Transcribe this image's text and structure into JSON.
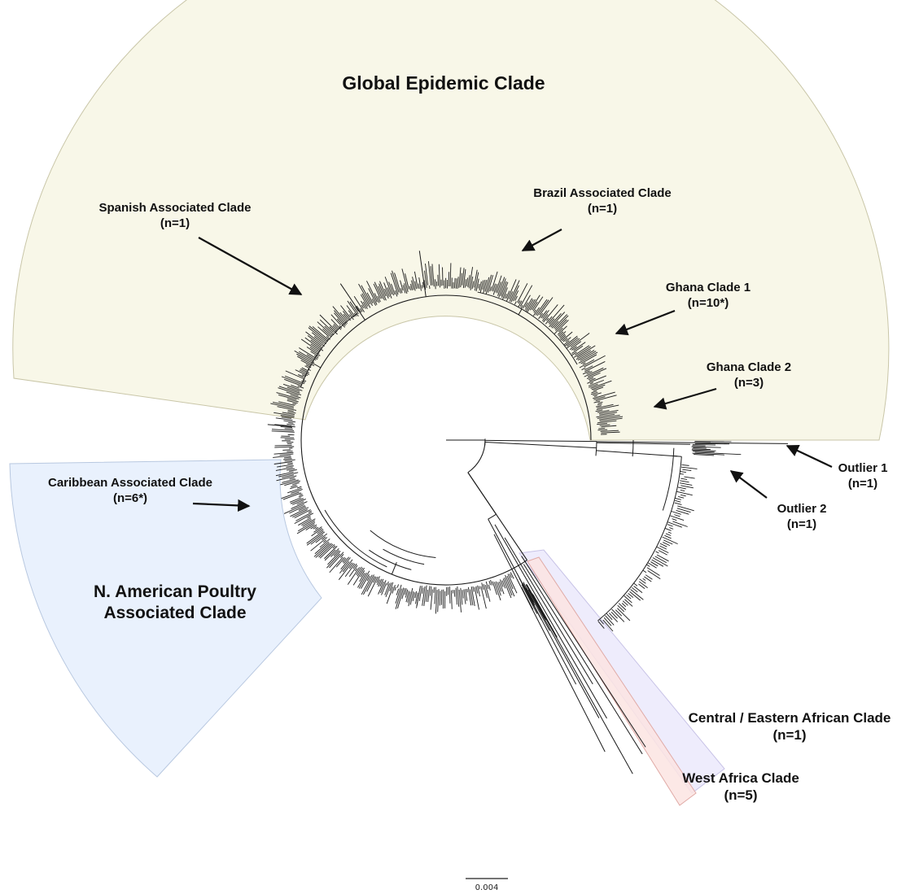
{
  "colors": {
    "global_epidemic": "#f8f7e8",
    "na_poultry": "#e9f1fd",
    "west_africa": "#fbe4e2",
    "central_eastern": "#ebe9fb",
    "branch": "#1a1a1a",
    "arrow": "#111111"
  },
  "labels": {
    "global_epidemic": "Global Epidemic Clade",
    "spanish": {
      "title": "Spanish Associated Clade",
      "n": "(n=1)"
    },
    "brazil": {
      "title": "Brazil Associated Clade",
      "n": "(n=1)"
    },
    "ghana1": {
      "title": "Ghana Clade 1",
      "n": "(n=10*)"
    },
    "ghana2": {
      "title": "Ghana Clade 2",
      "n": "(n=3)"
    },
    "outlier1": {
      "title": "Outlier 1",
      "n": "(n=1)"
    },
    "outlier2": {
      "title": "Outlier 2",
      "n": "(n=1)"
    },
    "caribbean": {
      "title": "Caribbean Associated Clade",
      "n": "(n=6*)"
    },
    "na_poultry": {
      "line1": "N. American Poultry",
      "line2": "Associated Clade"
    },
    "central_eastern": {
      "title": "Central / Eastern African Clade",
      "n": "(n=1)"
    },
    "west_africa": {
      "title": "West Africa Clade",
      "n": "(n=5)"
    }
  },
  "scale_bar": {
    "value": "0.004"
  }
}
